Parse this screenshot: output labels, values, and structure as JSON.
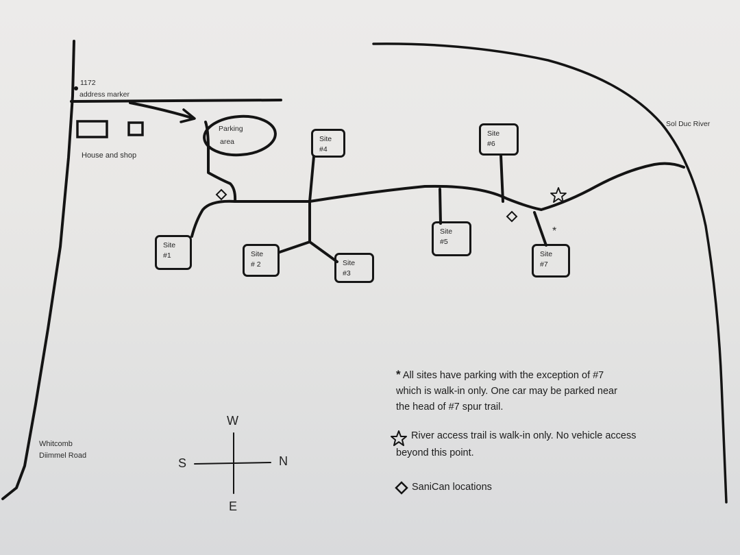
{
  "address_marker": {
    "number": "1172",
    "label": "address marker"
  },
  "house_label": "House and shop",
  "parking_label": {
    "line1": "Parking",
    "line2": "area"
  },
  "river_label": "Sol Duc River",
  "road_label": {
    "line1": "Whitcomb",
    "line2": "Diimmel Road"
  },
  "sites": [
    {
      "line1": "Site",
      "line2": "#1"
    },
    {
      "line1": "Site",
      "line2": "# 2"
    },
    {
      "line1": "Site",
      "line2": "#3"
    },
    {
      "line1": "Site",
      "line2": "#4"
    },
    {
      "line1": "Site",
      "line2": "#5"
    },
    {
      "line1": "Site",
      "line2": "#6"
    },
    {
      "line1": "Site",
      "line2": "#7"
    }
  ],
  "walk_in_marker": "*",
  "legend": {
    "parking_note": {
      "symbol": "*",
      "line1": "All sites have parking with the exception of #7",
      "line2": "which is walk-in only. One car may be parked near",
      "line3": "the head of #7 spur trail."
    },
    "river_note": {
      "symbol": "star",
      "line1": "River access trail is walk-in only. No vehicle access",
      "line2": "beyond this point."
    },
    "sanican_note": {
      "symbol": "diamond",
      "text": "SaniCan locations"
    }
  },
  "compass": {
    "north": "N",
    "south": "S",
    "east": "E",
    "west": "W"
  }
}
